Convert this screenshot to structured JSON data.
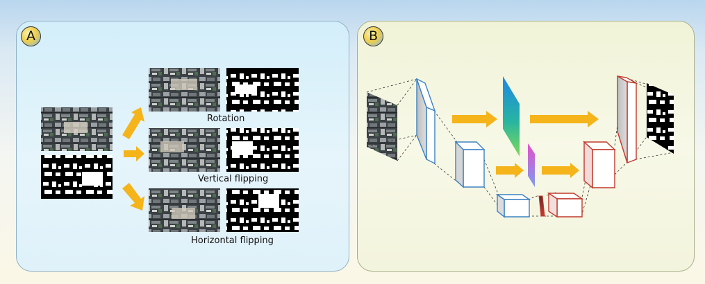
{
  "panel_a": {
    "badge": "A",
    "captions": {
      "rotation": "Rotation",
      "vertical": "Vertical flipping",
      "horizontal": "Horizontal flipping"
    }
  },
  "panel_b": {
    "badge": "B"
  },
  "colors": {
    "arrow": "#f4b41a",
    "encoder_edge": "#3b82c4",
    "decoder_edge": "#c0392b",
    "panel_a_bg": "#dcf1fa",
    "panel_b_bg": "#f5f6e2"
  },
  "icons": [
    "aerial-image",
    "building-mask",
    "arrow-right",
    "feature-block",
    "feature-map-plane"
  ]
}
